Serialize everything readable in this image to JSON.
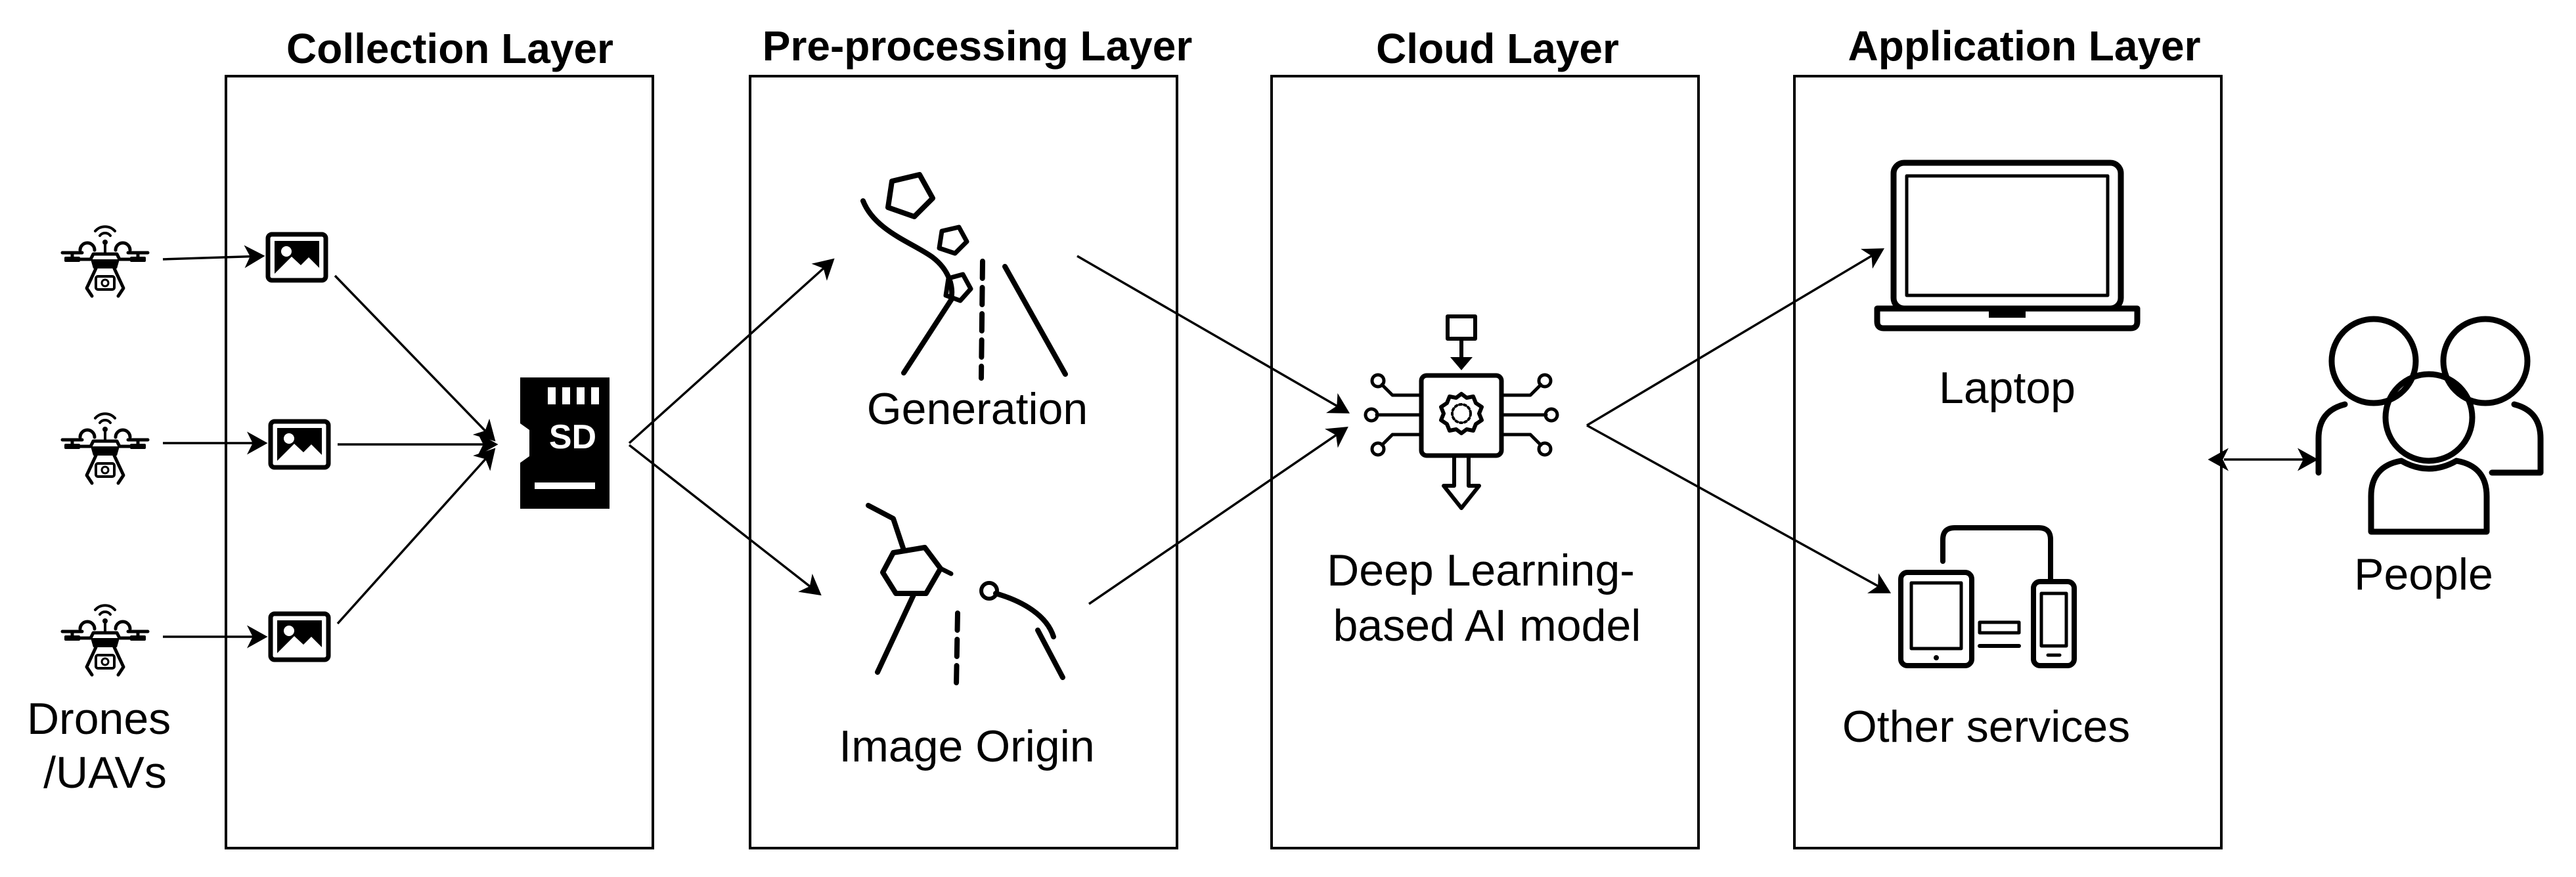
{
  "layers": {
    "collection": {
      "title": "Collection Layer"
    },
    "preprocessing": {
      "title": "Pre-processing Layer"
    },
    "cloud": {
      "title": "Cloud Layer"
    },
    "application": {
      "title": "Application Layer"
    }
  },
  "labels": {
    "drones_line1": "Drones",
    "drones_line2": "/UAVs",
    "generation": "Generation",
    "image_origin": "Image Origin",
    "ai_model_line1": "Deep Learning-",
    "ai_model_line2": "based AI model",
    "laptop": "Laptop",
    "other_services": "Other services",
    "people": "People",
    "sd_card": "SD"
  },
  "icons": {
    "drone": "drone-icon",
    "photo": "image-icon",
    "sd_card": "sd-card-icon",
    "generation": "road-scene-generation-icon",
    "image_origin": "road-scene-origin-icon",
    "ai_chip": "ai-chip-icon",
    "laptop": "laptop-icon",
    "devices": "devices-icon",
    "people": "people-icon"
  }
}
